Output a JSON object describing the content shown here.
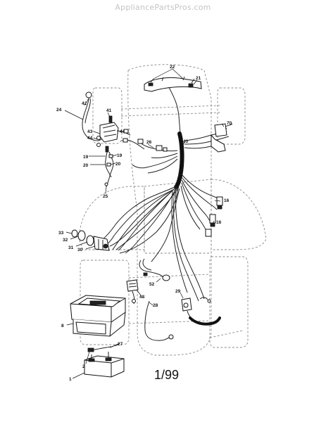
{
  "watermark": "AppliancePartsPros.com",
  "date_code": "1/99",
  "callouts": [
    {
      "key": "c22",
      "text": "22"
    },
    {
      "key": "c21",
      "text": "21"
    },
    {
      "key": "c42",
      "text": "42"
    },
    {
      "key": "c24",
      "text": "24"
    },
    {
      "key": "c41",
      "text": "41"
    },
    {
      "key": "c43",
      "text": "43"
    },
    {
      "key": "c44a",
      "text": "44"
    },
    {
      "key": "c44b",
      "text": "44"
    },
    {
      "key": "c40",
      "text": "40"
    },
    {
      "key": "c70",
      "text": "70"
    },
    {
      "key": "c26",
      "text": "26"
    },
    {
      "key": "c19a",
      "text": "19"
    },
    {
      "key": "c19b",
      "text": "19"
    },
    {
      "key": "c20a",
      "text": "20"
    },
    {
      "key": "c20b",
      "text": "20"
    },
    {
      "key": "c25",
      "text": "25"
    },
    {
      "key": "c16a",
      "text": "16"
    },
    {
      "key": "c16b",
      "text": "16"
    },
    {
      "key": "c33",
      "text": "33"
    },
    {
      "key": "c32",
      "text": "32"
    },
    {
      "key": "c31",
      "text": "31"
    },
    {
      "key": "c30",
      "text": "30"
    },
    {
      "key": "c52",
      "text": "52"
    },
    {
      "key": "c48",
      "text": "48"
    },
    {
      "key": "c29",
      "text": "29"
    },
    {
      "key": "c28",
      "text": "28"
    },
    {
      "key": "c8",
      "text": "8"
    },
    {
      "key": "c27",
      "text": "27"
    },
    {
      "key": "c2",
      "text": "2"
    },
    {
      "key": "c1",
      "text": "1"
    }
  ]
}
